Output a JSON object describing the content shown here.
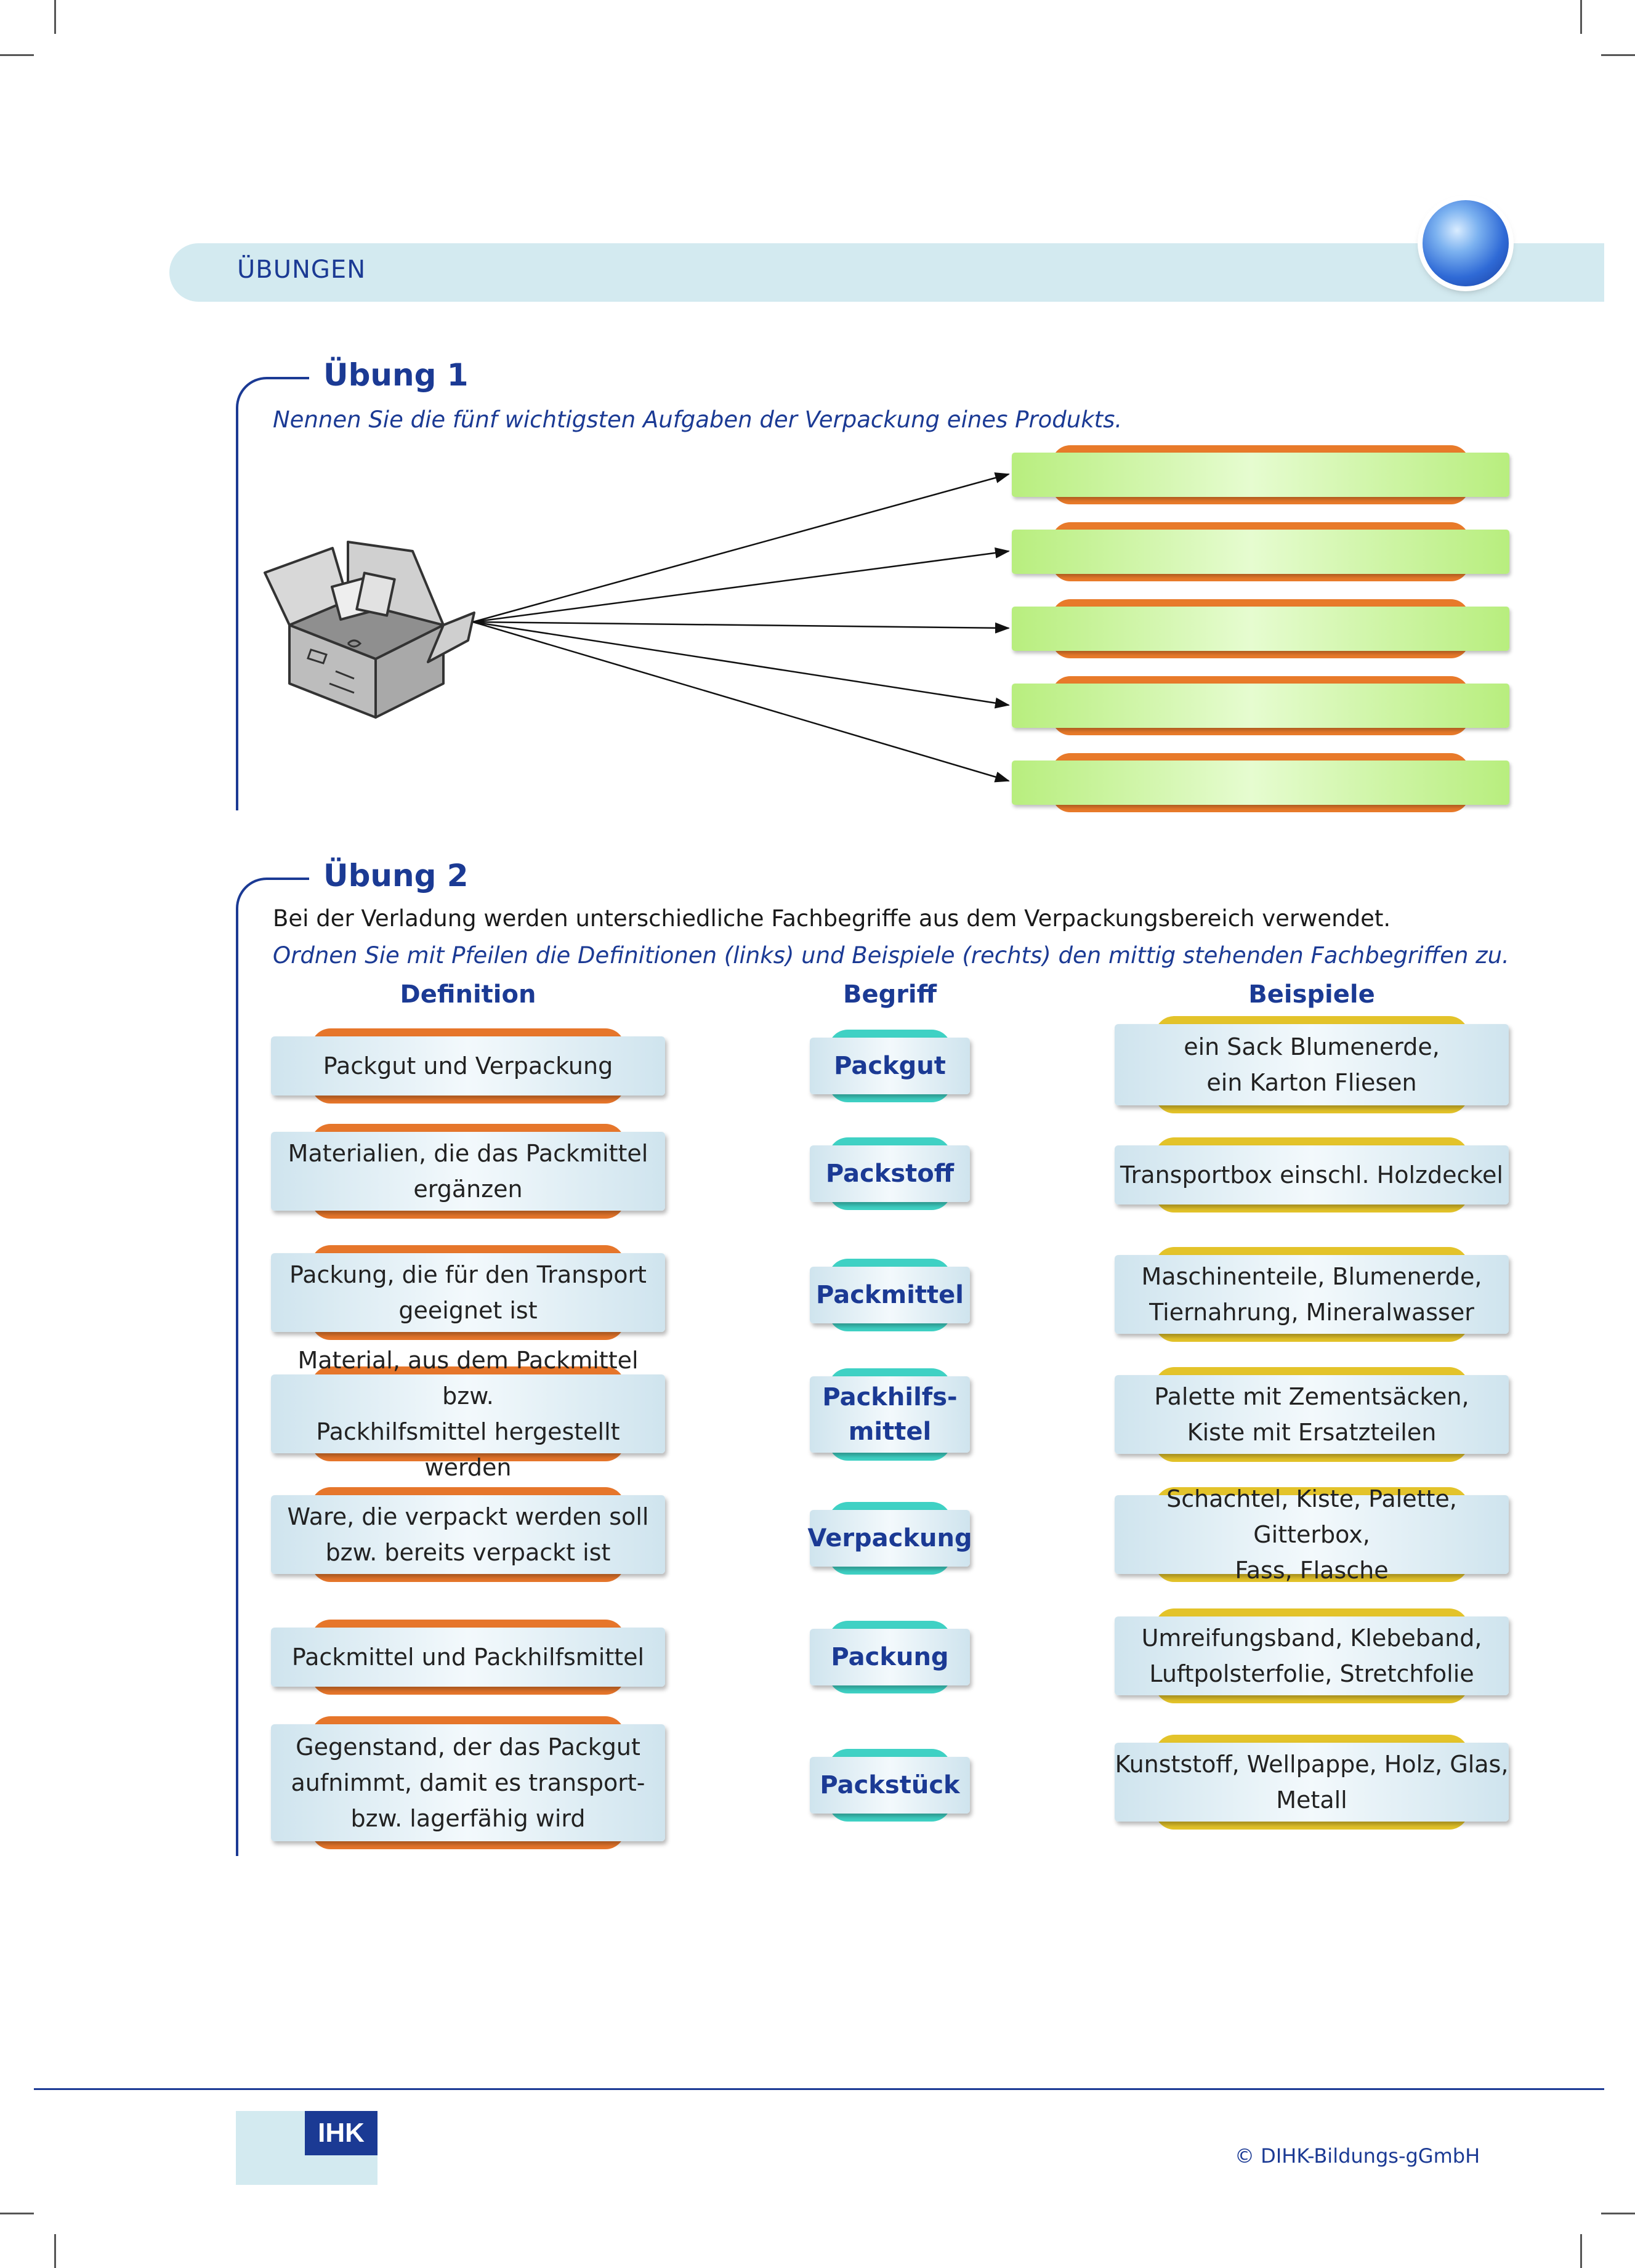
{
  "header": {
    "title": "ÜBUNGEN"
  },
  "exercise1": {
    "title": "Übung 1",
    "instruction": "Nennen Sie die fünf wichtigsten Aufgaben der Verpackung eines Produkts.",
    "answer_slots": 5,
    "icon": "open-box-icon"
  },
  "exercise2": {
    "title": "Übung 2",
    "intro": "Bei der Verladung werden unterschiedliche Fachbegriffe aus dem Verpackungsbereich verwendet.",
    "instruction": "Ordnen Sie mit Pfeilen die Definitionen (links) und Beispiele (rechts) den mittig stehenden Fachbegriffen zu.",
    "columns": {
      "definition": "Definition",
      "term": "Begriff",
      "examples": "Beispiele"
    },
    "definitions": [
      [
        "Packgut und Verpackung"
      ],
      [
        "Materialien, die das Packmittel",
        "ergänzen"
      ],
      [
        "Packung, die für den Transport",
        "geeignet ist"
      ],
      [
        "Material, aus dem Packmittel bzw.",
        "Packhilfsmittel hergestellt werden"
      ],
      [
        "Ware, die verpackt werden soll",
        "bzw. bereits verpackt ist"
      ],
      [
        "Packmittel und Packhilfsmittel"
      ],
      [
        "Gegenstand, der das Packgut",
        "aufnimmt, damit es transport-",
        "bzw. lagerfähig wird"
      ]
    ],
    "terms": [
      [
        "Packgut"
      ],
      [
        "Packstoff"
      ],
      [
        "Packmittel"
      ],
      [
        "Packhilfs-",
        "mittel"
      ],
      [
        "Verpackung"
      ],
      [
        "Packung"
      ],
      [
        "Packstück"
      ]
    ],
    "examples": [
      [
        "ein Sack Blumenerde,",
        "ein Karton Fliesen"
      ],
      [
        "Transportbox einschl. Holzdeckel"
      ],
      [
        "Maschinenteile, Blumenerde,",
        "Tiernahrung, Mineralwasser"
      ],
      [
        "Palette mit Zementsäcken,",
        "Kiste mit Ersatzteilen"
      ],
      [
        "Schachtel, Kiste, Palette, Gitterbox,",
        "Fass, Flasche"
      ],
      [
        "Umreifungsband, Klebeband,",
        "Luftpolsterfolie, Stretchfolie"
      ],
      [
        "Kunststoff, Wellpappe, Holz, Glas,",
        "Metall"
      ]
    ]
  },
  "footer": {
    "logo_text": "IHK",
    "copyright": "© DIHK-Bildungs-gGmbH"
  },
  "colors": {
    "brand_blue": "#1b3a94",
    "band": "#d3eaf0",
    "answer_green": "#b8ee7e",
    "definition_orange": "#e6762b",
    "term_teal": "#3fd1c4",
    "example_yellow": "#e3c32a"
  }
}
